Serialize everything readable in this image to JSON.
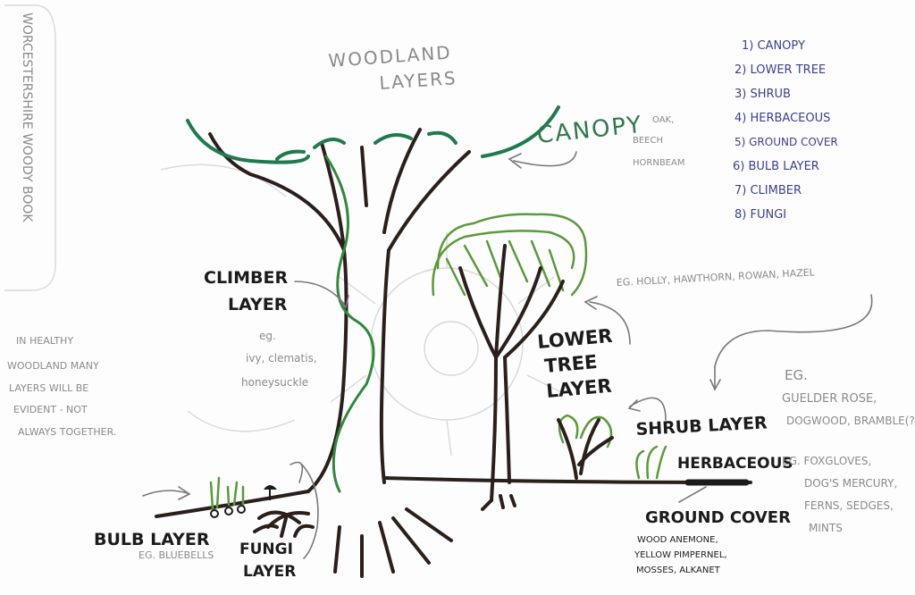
{
  "title": [
    "WOODLAND",
    "LAYERS"
  ],
  "side_label": "WORCESTERSHIRE WOODY BOOK",
  "legend": [
    "1) CANOPY",
    "2) LOWER TREE",
    "3) SHRUB",
    "4) HERBACEOUS",
    "5) GROUND COVER",
    "6) BULB LAYER",
    "7) CLIMBER",
    "8) FUNGI"
  ],
  "canopy": {
    "label": "CANOPY",
    "examples": [
      "OAK,",
      "BEECH",
      "HORNBEAM"
    ]
  },
  "climber": {
    "label": [
      "CLIMBER",
      "LAYER"
    ],
    "examples": [
      "eg.",
      "ivy, clematis,",
      "honeysuckle"
    ]
  },
  "lower_tree": {
    "label": [
      "LOWER",
      "TREE",
      "LAYER"
    ],
    "examples": "eg. HOLLY, HAWTHORN, ROWAN, HAZEL"
  },
  "shrub": {
    "label": "SHRUB LAYER",
    "examples": [
      "eg.",
      "GUELDER ROSE,",
      "Dogwood, Bramble(?)"
    ]
  },
  "herbaceous": {
    "label": "HERBACEOUS",
    "examples": [
      "eg. foxgloves,",
      "dog's mercury,",
      "ferns, sedges,",
      "mints"
    ]
  },
  "ground_cover": {
    "label": "GROUND COVER",
    "examples": [
      "WOOD ANEMONE,",
      "YELLOW PIMPERNEL,",
      "MOSSES, ALKANET"
    ]
  },
  "bulb": {
    "label": "BULB LAYER",
    "examples": "eg. BLUEBELLS"
  },
  "fungi": {
    "label": [
      "FUNGI",
      "LAYER"
    ]
  },
  "note": [
    "IN HEALTHY",
    "WOODLAND MANY",
    "LAYERS WILL BE",
    "EVIDENT - NOT",
    "ALWAYS TOGETHER."
  ],
  "colors": {
    "ink": "#1b1b1b",
    "canopy": "#1f7a4f",
    "foliage": "#2e8a3a",
    "pencil": "#8a8a8a",
    "pen": "#3c3f8f"
  }
}
